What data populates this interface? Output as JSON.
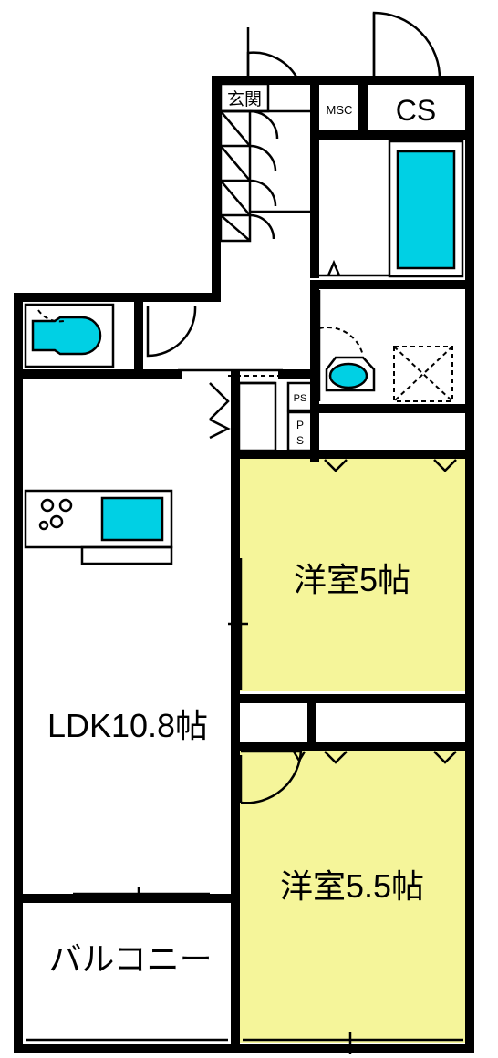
{
  "colors": {
    "room_fill": "#f5f59a",
    "fixture_fill": "#00d0e4",
    "wall": "#000000",
    "background": "#ffffff"
  },
  "labels": {
    "entrance": "玄関",
    "msc": "MSC",
    "cs": "CS",
    "ps_upper": "PS",
    "ps_lower_p": "P",
    "ps_lower_s": "S",
    "room_west_5": "洋室5帖",
    "ldk": "LDK10.8帖",
    "room_west_55": "洋室5.5帖",
    "balcony": "バルコニー"
  },
  "icons": {
    "stove": "stove-burners-icon",
    "sink": "kitchen-sink-icon",
    "bathtub": "bathtub-icon",
    "washbasin": "washbasin-icon",
    "toilet": "toilet-icon",
    "washer_pan": "washer-pan-icon"
  }
}
